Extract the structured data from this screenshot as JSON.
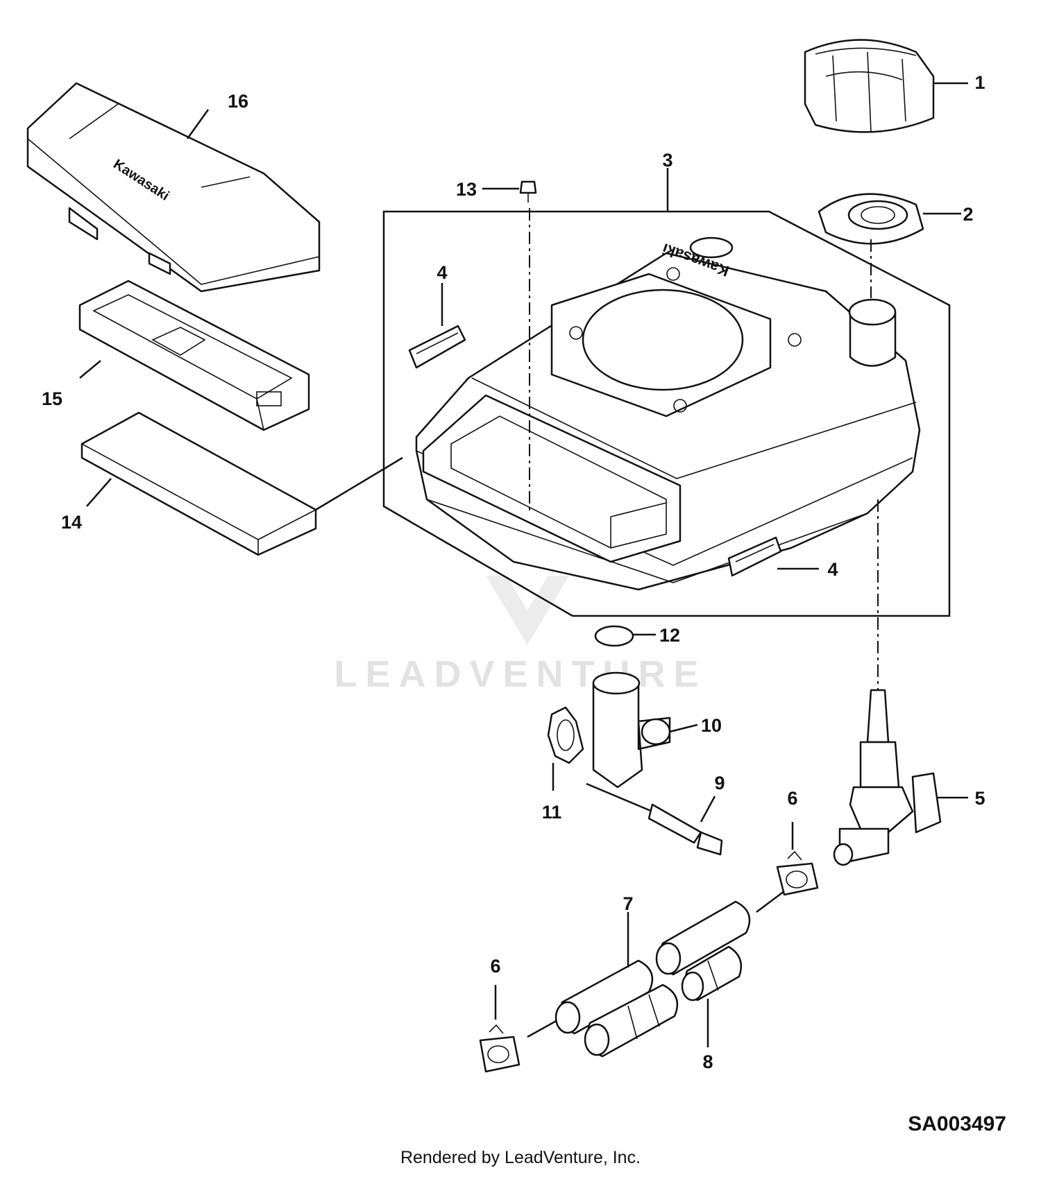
{
  "callouts": {
    "c1": "1",
    "c2": "2",
    "c3": "3",
    "c4a": "4",
    "c4b": "4",
    "c5": "5",
    "c6a": "6",
    "c6b": "6",
    "c7": "7",
    "c8": "8",
    "c9": "9",
    "c10": "10",
    "c11": "11",
    "c12": "12",
    "c13": "13",
    "c14": "14",
    "c15": "15",
    "c16": "16"
  },
  "brand_marks": {
    "cover_logo": "Kawasaki",
    "tank_logo": "Kawasaki"
  },
  "watermark": {
    "text": "LEADVENTURE"
  },
  "footer": {
    "rendered_by": "Rendered by LeadVenture, Inc."
  },
  "diagram_id": "SA003497"
}
